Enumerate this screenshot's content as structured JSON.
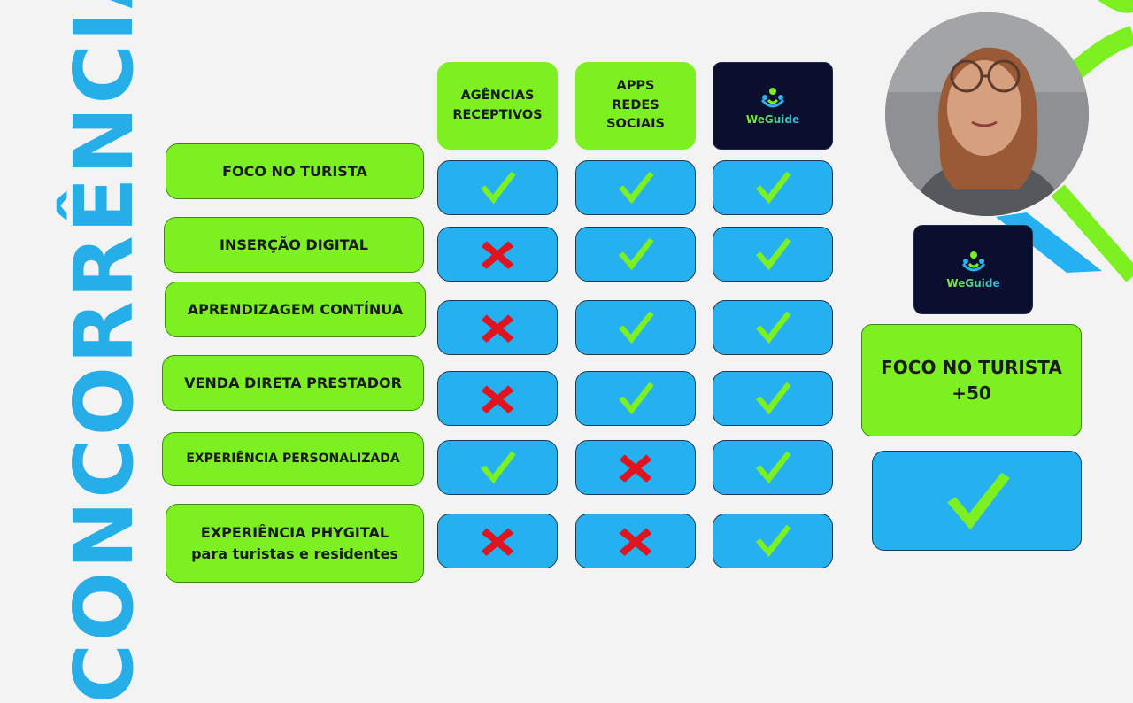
{
  "title": "CONCORRÊNCIA",
  "columns": [
    {
      "label": "AGÊNCIAS\nRECEPTIVOS"
    },
    {
      "label": "APPS\nREDES\nSOCIAIS"
    },
    {
      "logo": "weguide-logo",
      "label": "WeGuide"
    }
  ],
  "rows": [
    {
      "label": "FOCO NO TURISTA",
      "marks": [
        "check",
        "check",
        "check"
      ]
    },
    {
      "label": "INSERÇÃO DIGITAL",
      "marks": [
        "cross",
        "check",
        "check"
      ]
    },
    {
      "label": "APRENDIZAGEM CONTÍNUA",
      "marks": [
        "cross",
        "check",
        "check"
      ]
    },
    {
      "label": "VENDA DIRETA PRESTADOR",
      "marks": [
        "cross",
        "check",
        "check"
      ]
    },
    {
      "label": "EXPERIÊNCIA PERSONALIZADA",
      "marks": [
        "check",
        "cross",
        "check"
      ]
    },
    {
      "label": "EXPERIÊNCIA PHYGITAL\npara turistas e residentes",
      "marks": [
        "cross",
        "cross",
        "check"
      ]
    }
  ],
  "side": {
    "logo_label": "WeGuide",
    "highlight": "FOCO NO TURISTA\n+50",
    "mark": "check"
  },
  "colors": {
    "green": "#7cf020",
    "blue": "#25b0f0",
    "navy": "#0b0f2e",
    "check": "#7cf020",
    "cross": "#e0141e",
    "title": "#26aee8"
  },
  "icons": {
    "check": "check-mark-icon",
    "cross": "cross-mark-icon",
    "logo": "weguide-people-icon"
  }
}
